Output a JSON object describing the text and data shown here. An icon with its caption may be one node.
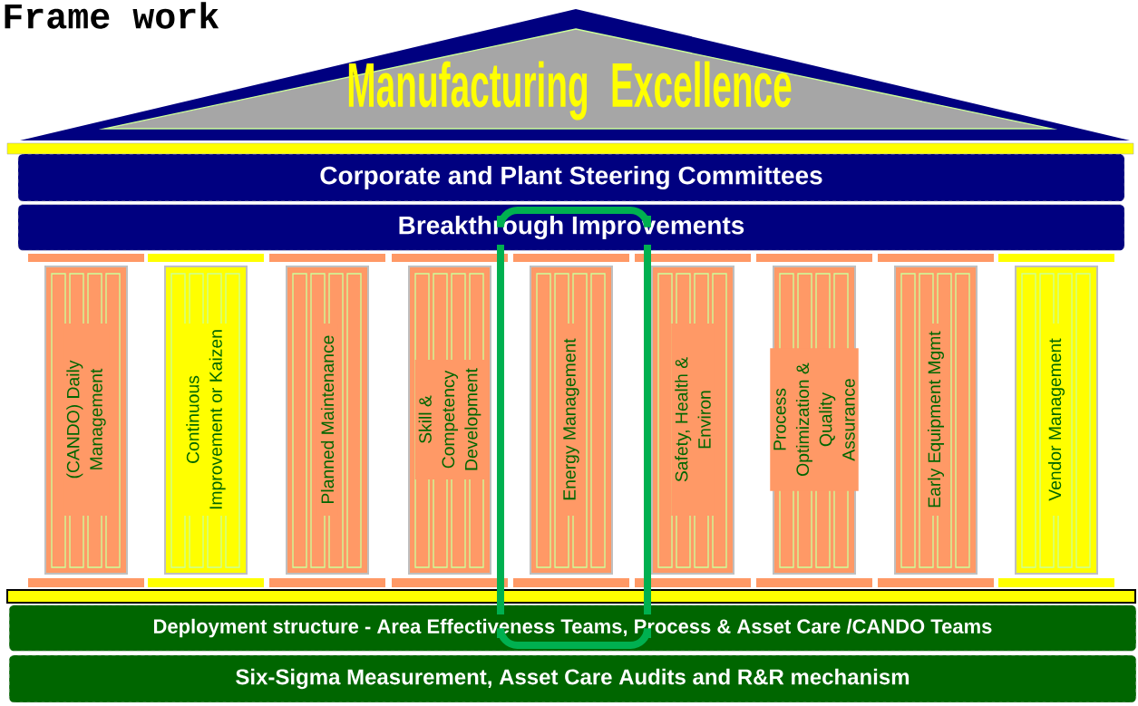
{
  "diagram": {
    "title": "Frame work",
    "nodes": [
      {
        "text": [
          "Manufacturing Excellence"
        ]
      },
      {
        "text": [
          "Corporate and Plant Steering Committees"
        ]
      },
      {
        "text": [
          "Breakthrough Improvements"
        ]
      },
      {
        "text": [
          "(CANDO) Daily Management"
        ]
      },
      {
        "text": [
          "Continuous Improvement or Kaizen"
        ]
      },
      {
        "text": [
          "Planned Maintenance"
        ]
      },
      {
        "text": [
          "Skill & Competency Development"
        ]
      },
      {
        "text": [
          "Energy Management"
        ]
      },
      {
        "text": [
          "Safety, Health & Environ"
        ]
      },
      {
        "text": [
          "Process Optimization & Quality Assurance"
        ]
      },
      {
        "text": [
          "Early Equipment Mgmt"
        ]
      },
      {
        "text": [
          "Vendor Management"
        ]
      },
      {
        "text": [
          "Deployment structure - Area Effectiveness Teams, Process & Asset Care /CANDO Teams"
        ]
      },
      {
        "text": [
          "Six-Sigma Measurement, Asset Care Audits and R&R mechanism"
        ]
      }
    ]
  }
}
